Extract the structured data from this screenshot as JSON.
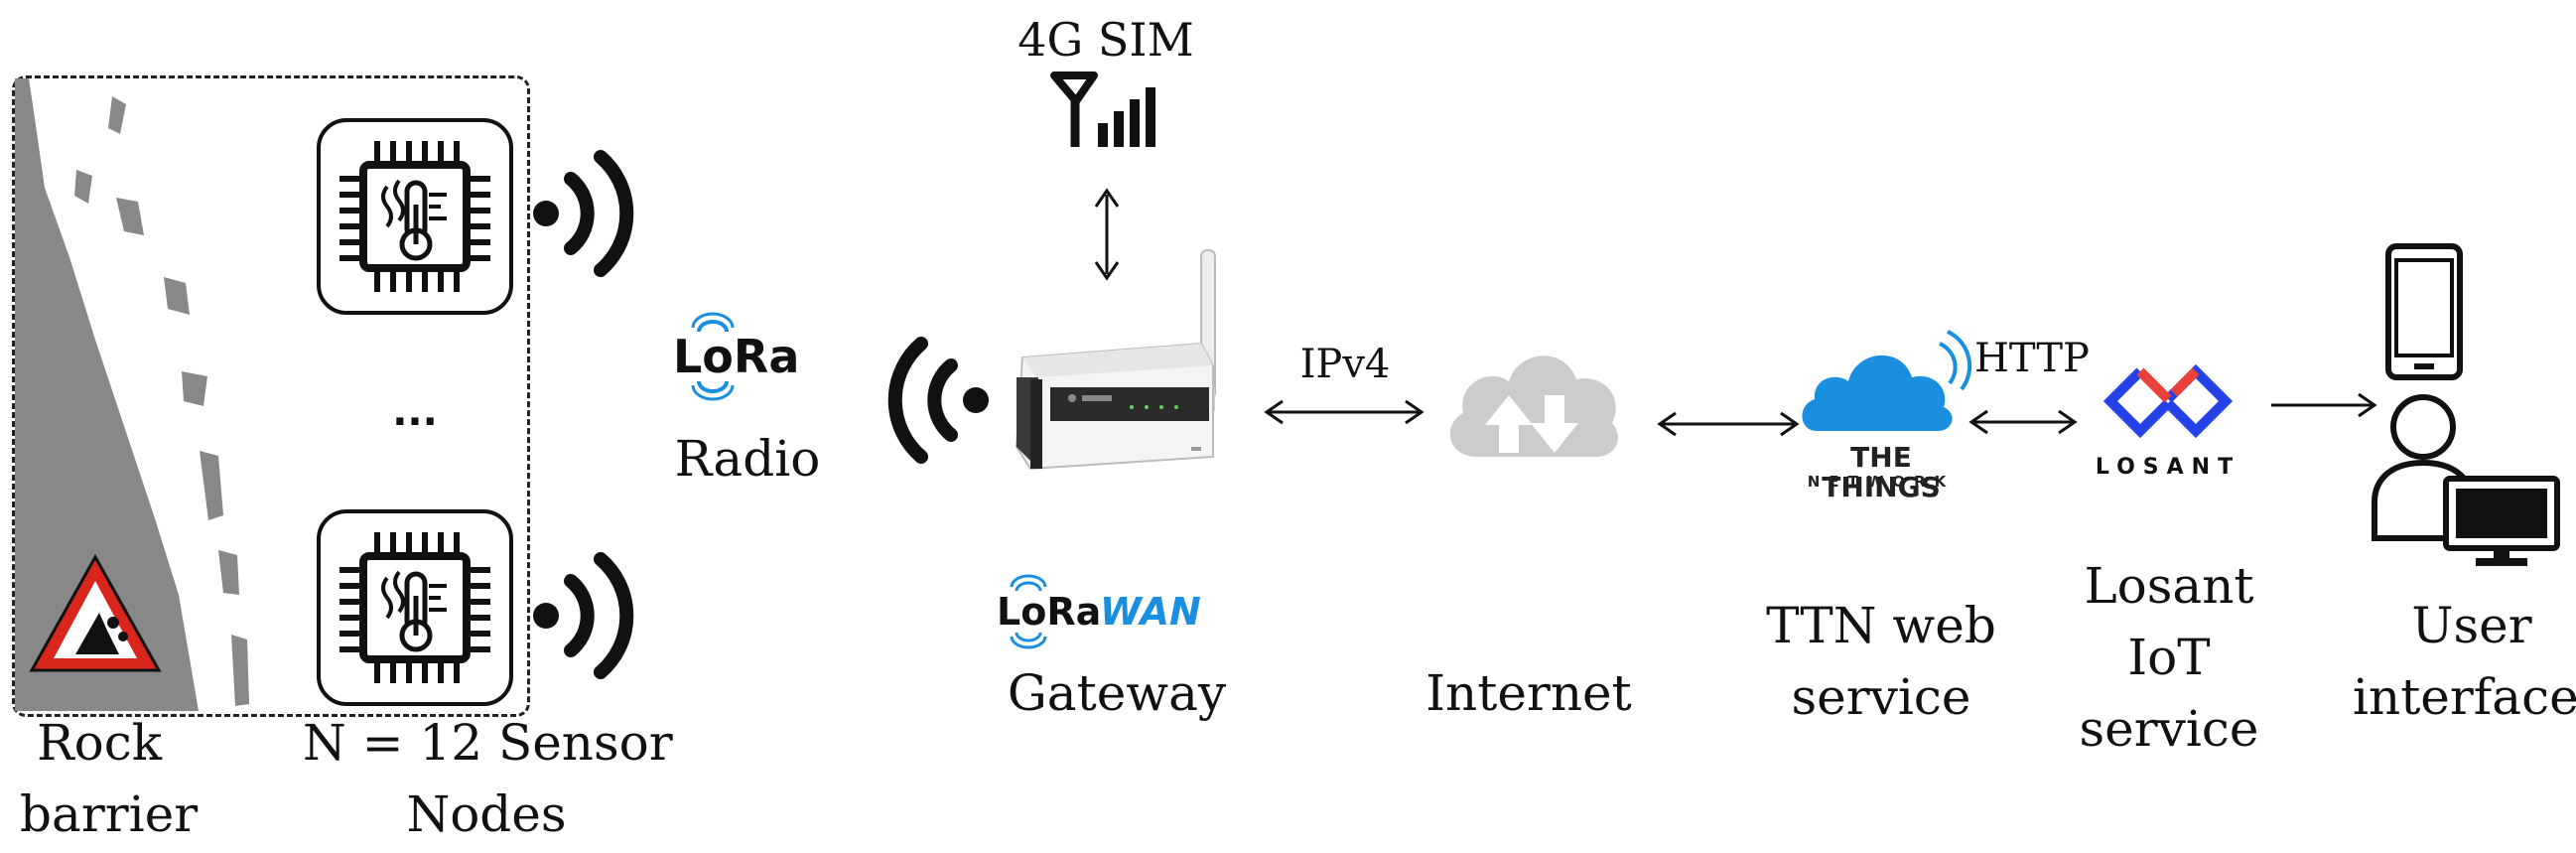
{
  "labels": {
    "rock_barrier": [
      "Rock",
      "barrier"
    ],
    "sensor_nodes": [
      "N = 12 Sensor",
      "Nodes"
    ],
    "ellipsis": "...",
    "lora_logo": "LoRa",
    "radio": "Radio",
    "sim": "4G SIM",
    "lorawan_logo_lora": "LoRa",
    "lorawan_logo_wan": "WAN",
    "gateway": "Gateway",
    "ipv4": "IPv4",
    "internet": "Internet",
    "http": "HTTP",
    "ttn_logo_line1": "THE THINGS",
    "ttn_logo_line2": "NETWORK",
    "ttn": [
      "TTN web",
      "service"
    ],
    "losant_logo": "LOSANT",
    "losant": [
      "Losant",
      "IoT",
      "service"
    ],
    "user": [
      "User",
      "interface"
    ]
  },
  "colors": {
    "rock_gray": "#888888",
    "cloud_gray": "#cccccc",
    "ttn_blue": "#1a8fe0",
    "lora_blue": "#1a8fe0",
    "losant_blue": "#2541e8",
    "losant_red": "#e8413a",
    "warning_red": "#d9261c"
  },
  "icons": [
    "rock-barrier-graphic",
    "warning-sign-icon",
    "sensor-chip-icon",
    "wireless-signal-icon",
    "antenna-signal-icon",
    "gateway-device-icon",
    "cloud-upload-download-icon",
    "ttn-cloud-icon",
    "losant-logo-icon",
    "smartphone-icon",
    "user-icon",
    "monitor-icon"
  ]
}
